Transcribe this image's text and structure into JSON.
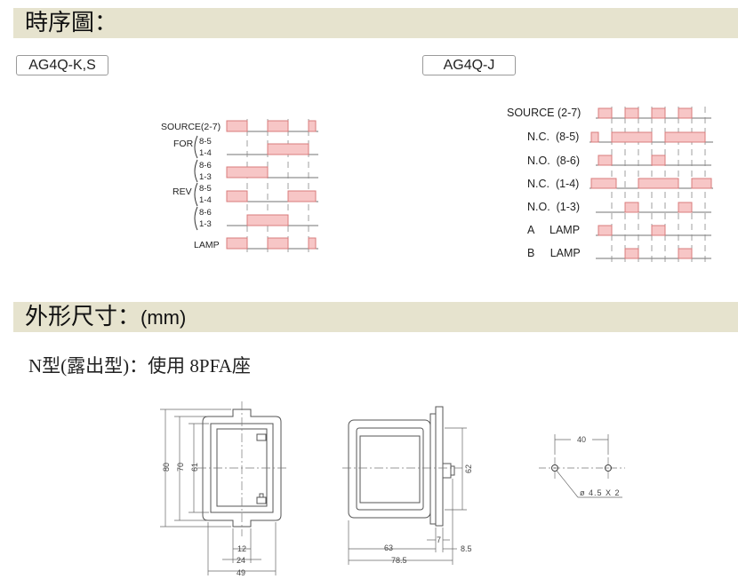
{
  "section1": {
    "title": "時序圖："
  },
  "diagram_k": {
    "tag": "AG4Q-K,S",
    "labels": {
      "source": "SOURCE(2-7)",
      "for": "FOR",
      "rev": "REV",
      "p85": "8-5",
      "p14": "1-4",
      "p86": "8-6",
      "p13": "1-3",
      "lamp": "LAMP"
    }
  },
  "diagram_j": {
    "tag": "AG4Q-J",
    "rows": [
      "SOURCE (2-7)",
      "N.C.  (8-5)",
      "N.O.  (8-6)",
      "N.C.  (1-4)",
      "N.O.  (1-3)",
      "A     LAMP",
      "B     LAMP"
    ]
  },
  "section2": {
    "title": "外形尺寸：",
    "unit": "(mm)"
  },
  "section2_subtitle": "N型(露出型)：使用 8PFA座",
  "dimensions": {
    "front": {
      "h80": "80",
      "h70": "70",
      "h61": "61",
      "w12": "12",
      "w24": "24",
      "w49": "49"
    },
    "side": {
      "d63": "63",
      "d78": "78.5",
      "d7": "7",
      "d85": "8.5",
      "h62": "62"
    },
    "mount": {
      "pitch": "40",
      "hole": "ø 4.5 X 2"
    }
  },
  "colors": {
    "band": "#e6e3ce",
    "pulse_fill": "#f7c6c6",
    "pulse_stroke": "#d97c7c",
    "line": "#555555"
  }
}
